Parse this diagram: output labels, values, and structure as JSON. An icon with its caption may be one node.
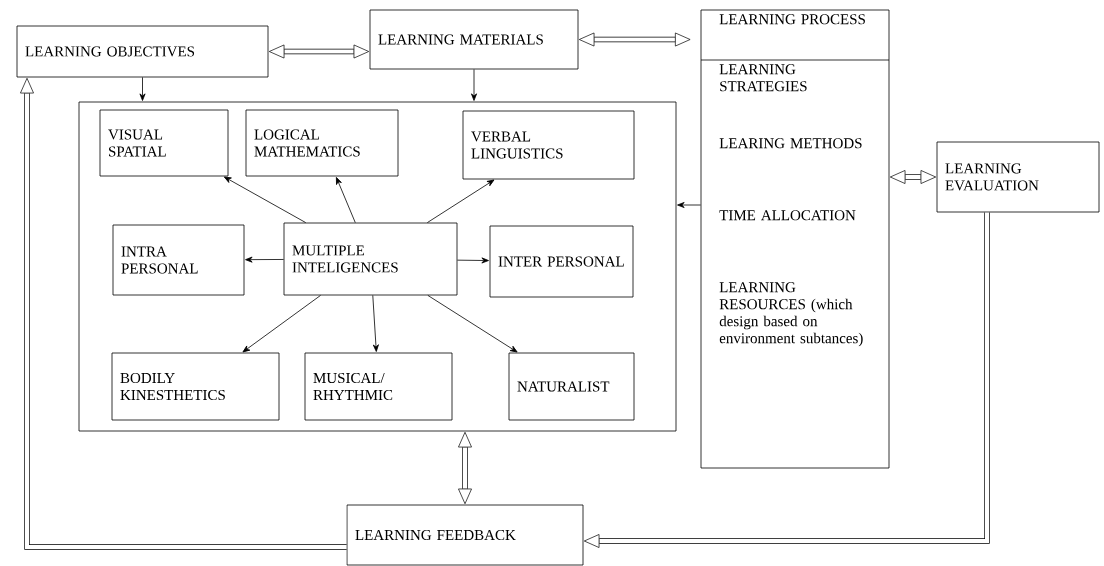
{
  "diagram": {
    "nodes": [
      {
        "text": [
          "LEARNING OBJECTIVES"
        ]
      },
      {
        "text": [
          "LEARNING MATERIALS"
        ]
      },
      {
        "text": [
          "LEARNING PROCESS",
          "LEARNING STRATEGIES",
          "LEARING METHODS",
          "TIME ALLOCATION",
          "LEARNING RESOURCES (which design based on environment subtances)"
        ]
      },
      {
        "text": [],
        "shape": "box"
      },
      {
        "text": [
          "VISUAL SPATIAL"
        ],
        "in": 3
      },
      {
        "text": [
          "LOGICAL MATHEMATICS"
        ],
        "in": 3
      },
      {
        "text": [
          "VERBAL LINGUISTICS"
        ],
        "in": 3
      },
      {
        "text": [
          "INTRA PERSONAL"
        ],
        "in": 3
      },
      {
        "text": [
          "MULTIPLE INTELIGENCES"
        ],
        "in": 3
      },
      {
        "text": [
          "INTER PERSONAL"
        ],
        "in": 3
      },
      {
        "text": [
          "BODILY KINESTHETICS"
        ],
        "in": 3
      },
      {
        "text": [
          "MUSICAL/ RHYTHMIC"
        ],
        "in": 3
      },
      {
        "text": [
          "NATURALIST"
        ],
        "in": 3
      },
      {
        "text": [
          "LEARNING EVALUATION"
        ]
      },
      {
        "text": [
          "LEARNING FEEDBACK"
        ]
      }
    ],
    "edges": [
      {
        "from": 0,
        "to": 1,
        "arrow": "both",
        "style": "thick"
      },
      {
        "from": 1,
        "to": 2,
        "arrow": "both",
        "style": "thick"
      },
      {
        "from": 0,
        "to": 3,
        "arrow": "to"
      },
      {
        "from": 1,
        "to": 3,
        "arrow": "to"
      },
      {
        "from": 2,
        "to": 3,
        "arrow": "to"
      },
      {
        "from": 8,
        "to": 4,
        "arrow": "to"
      },
      {
        "from": 8,
        "to": 5,
        "arrow": "to"
      },
      {
        "from": 8,
        "to": 6,
        "arrow": "to"
      },
      {
        "from": 8,
        "to": 7,
        "arrow": "to"
      },
      {
        "from": 8,
        "to": 9,
        "arrow": "to"
      },
      {
        "from": 8,
        "to": 10,
        "arrow": "to"
      },
      {
        "from": 8,
        "to": 11,
        "arrow": "to"
      },
      {
        "from": 8,
        "to": 12,
        "arrow": "to"
      },
      {
        "from": 2,
        "to": 13,
        "arrow": "both",
        "style": "thick"
      },
      {
        "from": 3,
        "to": 14,
        "arrow": "both",
        "style": "thick"
      },
      {
        "from": 13,
        "to": 14,
        "arrow": "to",
        "style": "thick"
      },
      {
        "from": 14,
        "to": 0,
        "arrow": "to",
        "style": "thick"
      }
    ]
  }
}
